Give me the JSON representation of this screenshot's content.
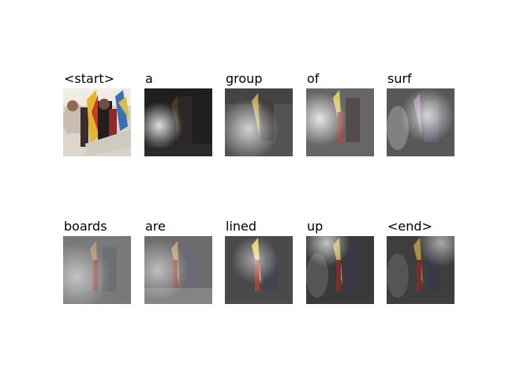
{
  "caption_words": [
    "<start>",
    "a",
    "group",
    "of",
    "surf",
    "boards",
    "are",
    "lined",
    "up",
    "<end>"
  ],
  "panels": [
    {
      "word": "<start>",
      "kind": "original"
    },
    {
      "word": "a",
      "kind": "attention",
      "focus": "left-middle",
      "intensity": 0.35
    },
    {
      "word": "group",
      "kind": "attention",
      "focus": "left-bottom",
      "intensity": 0.55
    },
    {
      "word": "of",
      "kind": "attention",
      "focus": "left-center",
      "intensity": 0.6
    },
    {
      "word": "surf",
      "kind": "attention",
      "focus": "center",
      "intensity": 0.55
    },
    {
      "word": "boards",
      "kind": "attention",
      "focus": "left-bottom",
      "intensity": 0.65
    },
    {
      "word": "are",
      "kind": "attention",
      "focus": "left",
      "intensity": 0.55
    },
    {
      "word": "lined",
      "kind": "attention",
      "focus": "center-top",
      "intensity": 0.45
    },
    {
      "word": "up",
      "kind": "attention",
      "focus": "top-left",
      "intensity": 0.4
    },
    {
      "word": "<end>",
      "kind": "attention",
      "focus": "top-right",
      "intensity": 0.4
    }
  ]
}
